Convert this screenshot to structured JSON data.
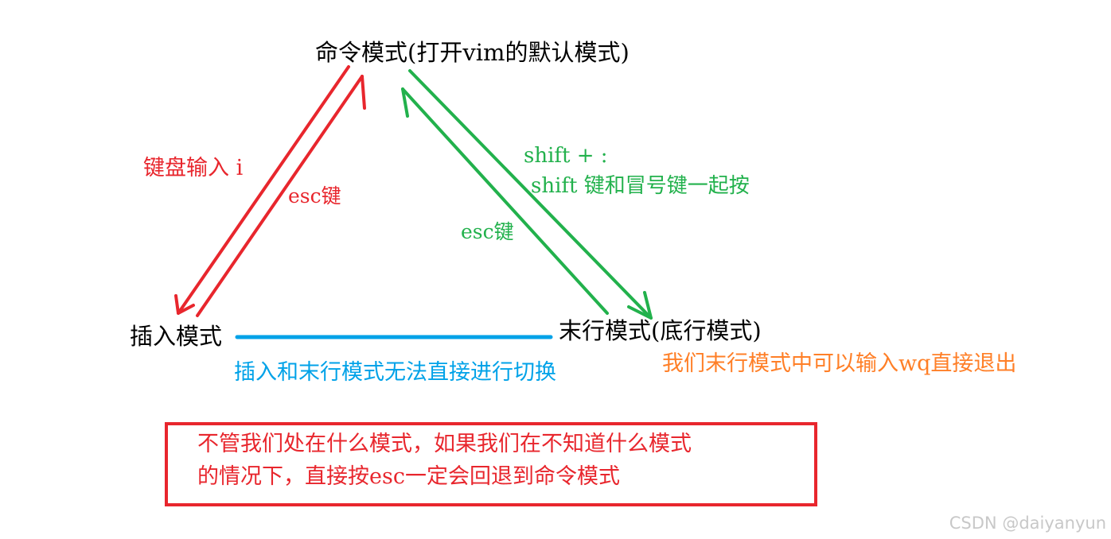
{
  "nodes": {
    "command_mode": "命令模式(打开vim的默认模式)",
    "insert_mode": "插入模式",
    "last_line_mode": "末行模式(底行模式)"
  },
  "edges": {
    "command_to_insert_label": "键盘输入 i",
    "insert_to_command_label": "esc键",
    "command_to_last_line_label_1": "shift + :",
    "command_to_last_line_label_2": "shift 键和冒号键一起按",
    "last_line_to_command_label": "esc键"
  },
  "notes": {
    "no_direct_switch": "插入和末行模式无法直接进行切换",
    "wq_exit": "我们末行模式中可以输入wq直接退出",
    "box_line_1": "不管我们处在什么模式，如果我们在不知道什么模式",
    "box_line_2": "的情况下，直接按esc一定会回退到命令模式"
  },
  "watermark": "CSDN @daiyanyun",
  "colors": {
    "red": "#e8262d",
    "green": "#22b14c",
    "blue": "#00a2e8",
    "orange": "#ff7f27",
    "text": "#000000"
  }
}
